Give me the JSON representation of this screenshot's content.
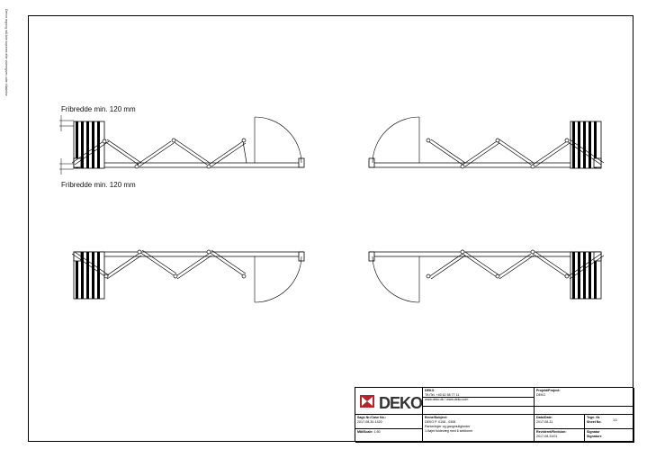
{
  "side_note": "Denne tegning må ikke kopieres eller videregives uden tilladelse",
  "labels": {
    "top_dimension": "Fribredde min. 120 mm",
    "bottom_dimension": "Fribredde min. 120 mm"
  },
  "title_block": {
    "logo_text": "DEKO",
    "company_name": "DEKO",
    "phone": "Tlf./Tel. +45 62 58 77 11",
    "web": "www.deko.dk / www.deko.com",
    "project_heading": "Projekt/Project:",
    "project_value": "DEKO",
    "case_heading": "Sags Nr./Case No.:",
    "case_value": "2017-08-30-1420",
    "subject_heading": "Emne/Subject:",
    "subject_line1": "DEKO P. 0108 - 0308",
    "subject_line2": "Parkeringer og gangmuligheder",
    "subject_line3": "1-fløjet foldevæg med 6 sektioner",
    "scale_heading": "Mål/Scale:",
    "scale_value": "1:50",
    "date_heading": "Dato/Date:",
    "date_value": "2017-08-31",
    "revised_heading": "Revideret/Revision:",
    "revised_value": "2017-08-31/01",
    "sheet_heading": "Tegn. Nr.",
    "sheet_heading2": "Sheet No.",
    "sheet_value": "1/1",
    "signature_heading": "Signatur",
    "signature_heading2": "Signature"
  }
}
